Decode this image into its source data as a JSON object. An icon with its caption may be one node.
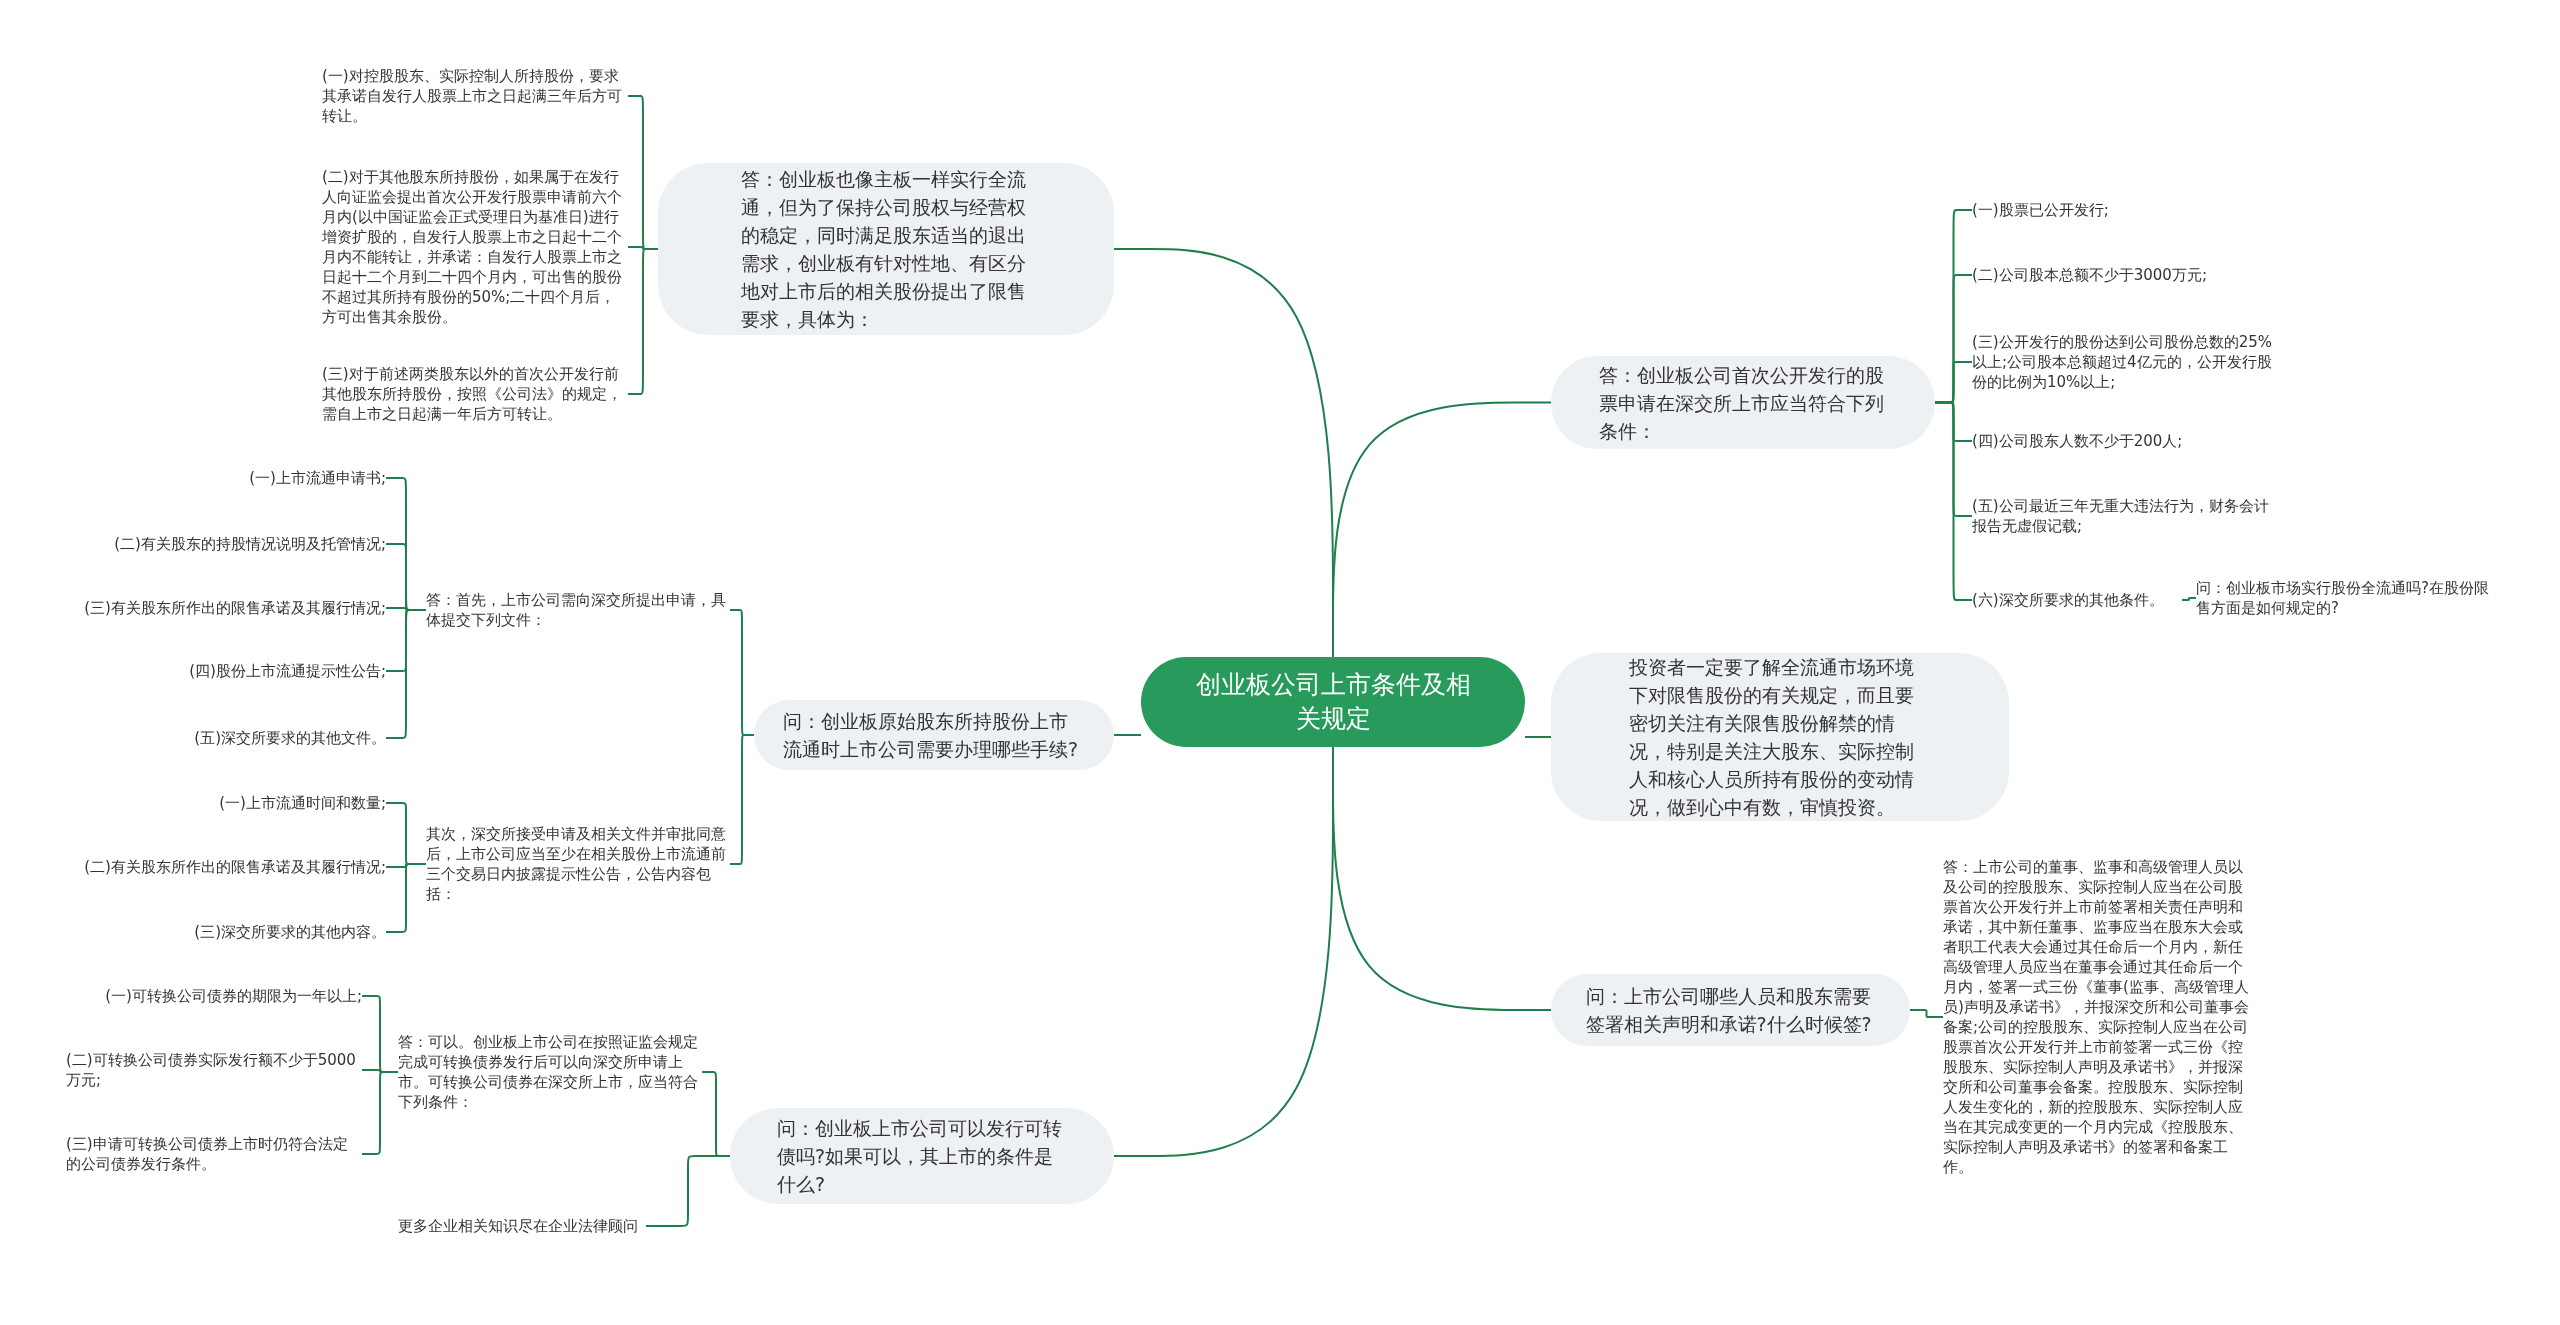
{
  "diagram": {
    "nodes": [
      {
        "text": [
          "创业板公司上市条件及相关规定"
        ]
      },
      {
        "text": [
          "答：创业板也像主板一样实行全流通，但为了保持公司股权与经营权的稳定，同时满足股东适当的退出需求，创业板有针对性地、有区分地对上市后的相关股份提出了限售要求，具体为："
        ]
      },
      {
        "text": [
          "(一)对控股股东、实际控制人所持股份，要求其承诺自发行人股票上市之日起满三年后方可转让。"
        ]
      },
      {
        "text": [
          "(二)对于其他股东所持股份，如果属于在发行人向证监会提出首次公开发行股票申请前六个月内(以中国证监会正式受理日为基准日)进行增资扩股的，自发行人股票上市之日起十二个月内不能转让，并承诺：自发行人股票上市之日起十二个月到二十四个月内，可出售的股份不超过其所持有股份的50%;二十四个月后，方可出售其余股份。"
        ]
      },
      {
        "text": [
          "(三)对于前述两类股东以外的首次公开发行前其他股东所持股份，按照《公司法》的规定，需自上市之日起满一年后方可转让。"
        ]
      },
      {
        "text": [
          "问：创业板原始股东所持股份上市流通时上市公司需要办理哪些手续?"
        ]
      },
      {
        "text": [
          "答：首先，上市公司需向深交所提出申请，具体提交下列文件："
        ]
      },
      {
        "text": [
          "(一)上市流通申请书;"
        ]
      },
      {
        "text": [
          "(二)有关股东的持股情况说明及托管情况;"
        ]
      },
      {
        "text": [
          "(三)有关股东所作出的限售承诺及其履行情况;"
        ]
      },
      {
        "text": [
          "(四)股份上市流通提示性公告;"
        ]
      },
      {
        "text": [
          "(五)深交所要求的其他文件。"
        ]
      },
      {
        "text": [
          "其次，深交所接受申请及相关文件并审批同意后，上市公司应当至少在相关股份上市流通前三个交易日内披露提示性公告，公告内容包括："
        ]
      },
      {
        "text": [
          "(一)上市流通时间和数量;"
        ]
      },
      {
        "text": [
          "(二)有关股东所作出的限售承诺及其履行情况;"
        ]
      },
      {
        "text": [
          "(三)深交所要求的其他内容。"
        ]
      },
      {
        "text": [
          "问：创业板上市公司可以发行可转债吗?如果可以，其上市的条件是什么?"
        ]
      },
      {
        "text": [
          "答：可以。创业板上市公司在按照证监会规定完成可转换债券发行后可以向深交所申请上市。可转换公司债券在深交所上市，应当符合下列条件："
        ]
      },
      {
        "text": [
          "(一)可转换公司债券的期限为一年以上;"
        ]
      },
      {
        "text": [
          "(二)可转换公司债券实际发行额不少于5000万元;"
        ]
      },
      {
        "text": [
          "(三)申请可转换公司债券上市时仍符合法定的公司债券发行条件。"
        ]
      },
      {
        "text": [
          "更多企业相关知识尽在企业法律顾问"
        ]
      },
      {
        "text": [
          "答：创业板公司首次公开发行的股票申请在深交所上市应当符合下列条件："
        ]
      },
      {
        "text": [
          "(一)股票已公开发行;"
        ]
      },
      {
        "text": [
          "(二)公司股本总额不少于3000万元;"
        ]
      },
      {
        "text": [
          "(三)公开发行的股份达到公司股份总数的25%以上;公司股本总额超过4亿元的，公开发行股份的比例为10%以上;"
        ]
      },
      {
        "text": [
          "(四)公司股东人数不少于200人;"
        ]
      },
      {
        "text": [
          "(五)公司最近三年无重大违法行为，财务会计报告无虚假记载;"
        ]
      },
      {
        "text": [
          "(六)深交所要求的其他条件。"
        ]
      },
      {
        "text": [
          "问：创业板市场实行股份全流通吗?在股份限售方面是如何规定的?"
        ]
      },
      {
        "text": [
          "投资者一定要了解全流通市场环境下对限售股份的有关规定，而且要密切关注有关限售股份解禁的情况，特别是关注大股东、实际控制人和核心人员所持有股份的变动情况，做到心中有数，审慎投资。"
        ]
      },
      {
        "text": [
          "问：上市公司哪些人员和股东需要签署相关声明和承诺?什么时候签?"
        ]
      },
      {
        "text": [
          "答：上市公司的董事、监事和高级管理人员以及公司的控股股东、实际控制人应当在公司股票首次公开发行并上市前签署相关责任声明和承诺，其中新任董事、监事应当在股东大会或者职工代表大会通过其任命后一个月内，新任高级管理人员应当在董事会通过其任命后一个月内，签署一式三份《董事(监事、高级管理人员)声明及承诺书》，并报深交所和公司董事会备案;公司的控股股东、实际控制人应当在公司股票首次公开发行并上市前签署一式三份《控股股东、实际控制人声明及承诺书》，并报深交所和公司董事会备案。控股股东、实际控制人发生变化的，新的控股股东、实际控制人应当在其完成变更的一个月内完成《控股股东、实际控制人声明及承诺书》的签署和备案工作。"
        ]
      }
    ],
    "edges": [
      {
        "from": 0,
        "to": 1,
        "arrow": "none"
      },
      {
        "from": 1,
        "to": 2,
        "arrow": "none"
      },
      {
        "from": 1,
        "to": 3,
        "arrow": "none"
      },
      {
        "from": 1,
        "to": 4,
        "arrow": "none"
      },
      {
        "from": 0,
        "to": 5,
        "arrow": "none"
      },
      {
        "from": 5,
        "to": 6,
        "arrow": "none"
      },
      {
        "from": 6,
        "to": 7,
        "arrow": "none"
      },
      {
        "from": 6,
        "to": 8,
        "arrow": "none"
      },
      {
        "from": 6,
        "to": 9,
        "arrow": "none"
      },
      {
        "from": 6,
        "to": 10,
        "arrow": "none"
      },
      {
        "from": 6,
        "to": 11,
        "arrow": "none"
      },
      {
        "from": 5,
        "to": 12,
        "arrow": "none"
      },
      {
        "from": 12,
        "to": 13,
        "arrow": "none"
      },
      {
        "from": 12,
        "to": 14,
        "arrow": "none"
      },
      {
        "from": 12,
        "to": 15,
        "arrow": "none"
      },
      {
        "from": 0,
        "to": 16,
        "arrow": "none"
      },
      {
        "from": 16,
        "to": 17,
        "arrow": "none"
      },
      {
        "from": 17,
        "to": 18,
        "arrow": "none"
      },
      {
        "from": 17,
        "to": 19,
        "arrow": "none"
      },
      {
        "from": 17,
        "to": 20,
        "arrow": "none"
      },
      {
        "from": 16,
        "to": 21,
        "arrow": "none"
      },
      {
        "from": 0,
        "to": 22,
        "arrow": "none"
      },
      {
        "from": 22,
        "to": 23,
        "arrow": "none"
      },
      {
        "from": 22,
        "to": 24,
        "arrow": "none"
      },
      {
        "from": 22,
        "to": 25,
        "arrow": "none"
      },
      {
        "from": 22,
        "to": 26,
        "arrow": "none"
      },
      {
        "from": 22,
        "to": 27,
        "arrow": "none"
      },
      {
        "from": 22,
        "to": 28,
        "arrow": "none"
      },
      {
        "from": 28,
        "to": 29,
        "arrow": "none"
      },
      {
        "from": 0,
        "to": 30,
        "arrow": "none"
      },
      {
        "from": 0,
        "to": 31,
        "arrow": "none"
      },
      {
        "from": 31,
        "to": 32,
        "arrow": "none"
      }
    ]
  }
}
